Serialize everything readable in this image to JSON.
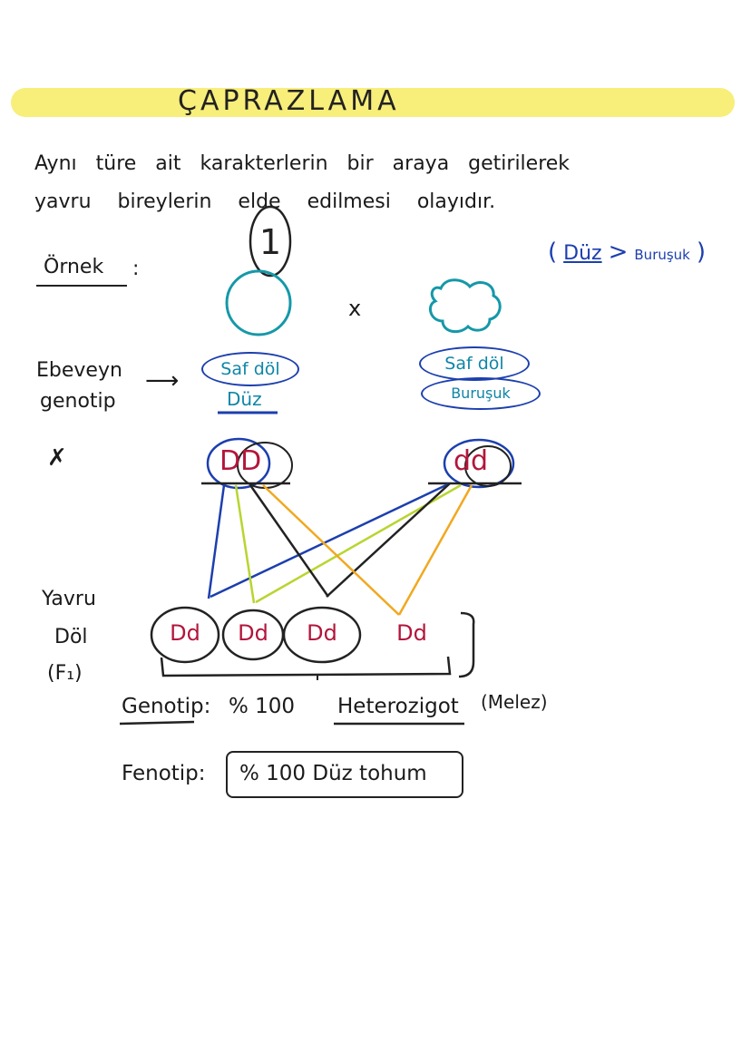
{
  "title": "ÇAPRAZLAMA",
  "intro": {
    "line1": "Aynı türe ait karakterlerin bir araya getirilerek",
    "line2": "yavru bireylerin elde edilmesi olayıdır."
  },
  "example": {
    "label": "Örnek",
    "colon": ":",
    "rule_open": "(",
    "rule_dominant": "Düz",
    "rule_gt": ">",
    "rule_recessive": "Buruşuk",
    "rule_close": ")",
    "circled_number": "1",
    "cross_symbol": "x"
  },
  "parents": {
    "label_line1": "Ebeveyn",
    "label_line2": "genotip",
    "arrow": "⟶",
    "cross_mark": "✗",
    "left": {
      "purity": "Saf döl",
      "trait": "Düz",
      "genotype": "DD"
    },
    "right": {
      "purity": "Saf döl",
      "trait": "Buruşuk",
      "genotype": "dd"
    }
  },
  "offspring": {
    "label_line1": "Yavru",
    "label_line2": "Döl",
    "label_line3": "(F₁)",
    "genotypes": [
      "Dd",
      "Dd",
      "Dd",
      "Dd"
    ]
  },
  "results": {
    "genotype_label": "Genotip:",
    "genotype_value": "% 100",
    "genotype_type": "Heterozigot",
    "genotype_note": "(Melez)",
    "phenotype_label": "Fenotip:",
    "phenotype_value": "% 100 Düz tohum"
  },
  "colors": {
    "highlight": "#f8ee7a",
    "ink_blue": "#1c3fae",
    "ink_teal": "#0f86a6",
    "ink_red": "#b3163b",
    "line_lime": "#b8d530",
    "line_orange": "#f1a81f",
    "line_black": "#222222"
  }
}
